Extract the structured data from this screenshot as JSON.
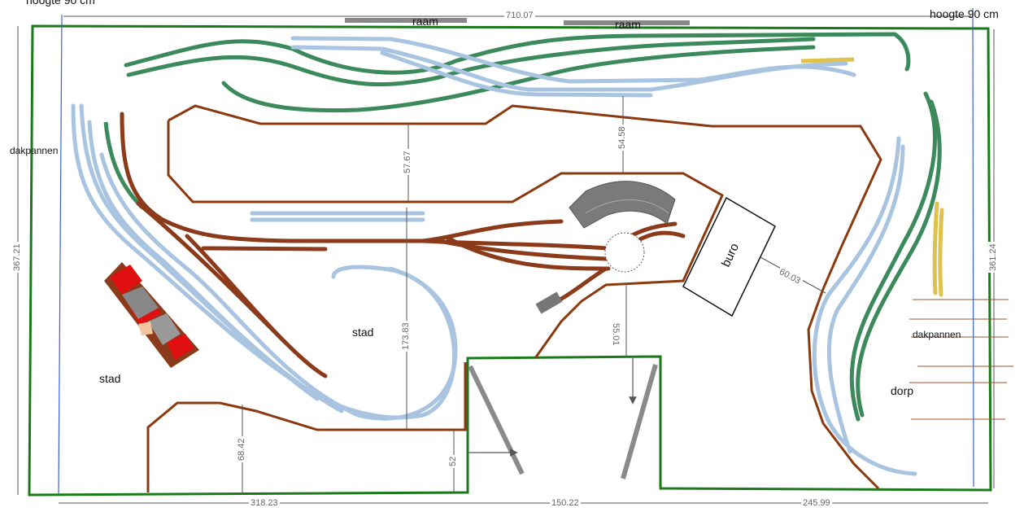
{
  "labels": {
    "height_left": "hoogte 90 cm",
    "height_right": "hoogte 90 cm",
    "window_1": "raam",
    "window_2": "raam",
    "roof_left": "dakpannen",
    "roof_right": "dakpannen",
    "city_left": "stad",
    "city_center": "stad",
    "village": "dorp",
    "office": "buro"
  },
  "dimensions": {
    "top_width": "710.07",
    "left_height": "367.21",
    "right_height": "361.24",
    "bottom_left": "318.23",
    "bottom_center": "150.22",
    "bottom_right": "245.99",
    "gap_top": "57.67",
    "gap_turntable": "54.58",
    "center_vertical": "173.83",
    "bottom_aisle": "68.42",
    "step": "52",
    "turntable_down": "55.01",
    "office_diag": "60.03"
  },
  "colors": {
    "wall": "#1a7a1a",
    "baseboard": "#8b3a0f",
    "track_blue": "#a8c4e0",
    "track_green": "#3c8a5c",
    "track_brown": "#8b3a1a",
    "track_yellow": "#e0c24a",
    "roof_red": "#e01010",
    "shed_gray": "#888888",
    "dim_line": "#555555",
    "window": "#888888",
    "blue_line": "#3a5fd0"
  }
}
